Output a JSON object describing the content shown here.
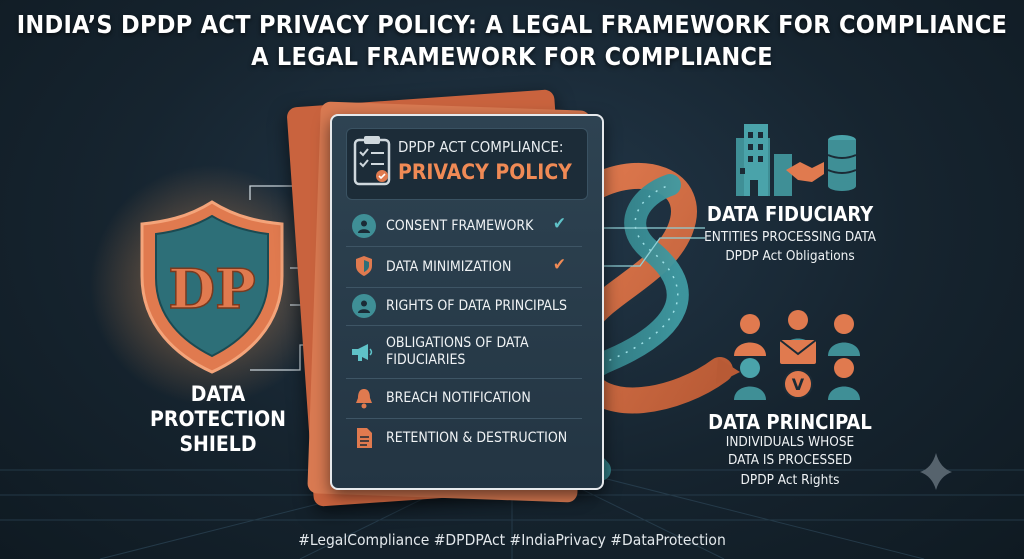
{
  "title": {
    "line1": "INDIA’S DPDP ACT PRIVACY POLICY: A LEGAL FRAMEWORK FOR COMPLIANCE",
    "line2": "A LEGAL FRAMEWORK FOR COMPLIANCE"
  },
  "shield": {
    "monogram": "DP",
    "label_lines": [
      "DATA",
      "PROTECTION",
      "SHIELD"
    ]
  },
  "policy_doc": {
    "header_line1": "DPDP ACT COMPLIANCE:",
    "header_line2": "PRIVACY POLICY",
    "items": [
      {
        "label": "CONSENT FRAMEWORK",
        "icon": "user-icon",
        "checked": true
      },
      {
        "label": "DATA MINIMIZATION",
        "icon": "shield-icon",
        "checked": true
      },
      {
        "label": "RIGHTS OF DATA PRINCIPALS",
        "icon": "user-icon",
        "checked": false
      },
      {
        "label": "OBLIGATIONS OF DATA FIDUCIARIES",
        "label_line1": "OBLIGATIONS OF DATA",
        "label_line2": "FIDUCIARIES",
        "icon": "megaphone-icon",
        "checked": false
      },
      {
        "label": "BREACH NOTIFICATION",
        "icon": "bell-icon",
        "checked": false
      },
      {
        "label": "RETENTION & DESTRUCTION",
        "icon": "document-icon",
        "checked": false
      }
    ]
  },
  "fiduciary": {
    "title": "DATA FIDUCIARY",
    "line1": "ENTITIES PROCESSING DATA",
    "line2": "DPDP Act Obligations"
  },
  "principal": {
    "title": "DATA PRINCIPAL",
    "line1": "INDIVIDUALS WHOSE",
    "line2": "DATA IS PROCESSED",
    "line3": "DPDP Act Rights",
    "badge": "V"
  },
  "hashtags": "#LegalCompliance #DPDPAct #IndiaPrivacy #DataProtection",
  "colors": {
    "accent_orange": "#f08a55",
    "teal": "#2f7f88",
    "background": "#16242f"
  }
}
